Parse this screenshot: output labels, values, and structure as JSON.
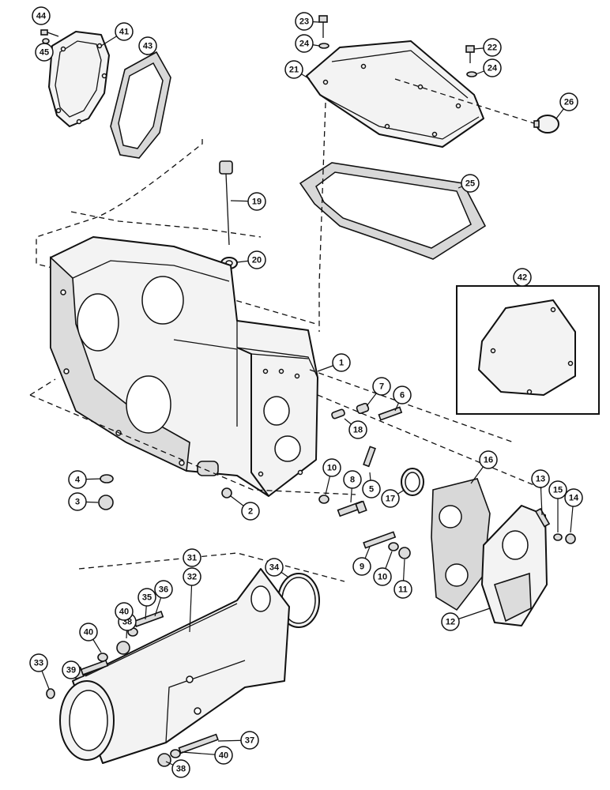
{
  "diagram": {
    "callouts": [
      {
        "id": "c44",
        "label": "44"
      },
      {
        "id": "c45",
        "label": "45"
      },
      {
        "id": "c41",
        "label": "41"
      },
      {
        "id": "c43",
        "label": "43"
      },
      {
        "id": "c23",
        "label": "23"
      },
      {
        "id": "c24a",
        "label": "24"
      },
      {
        "id": "c21",
        "label": "21"
      },
      {
        "id": "c22",
        "label": "22"
      },
      {
        "id": "c24b",
        "label": "24"
      },
      {
        "id": "c26",
        "label": "26"
      },
      {
        "id": "c25",
        "label": "25"
      },
      {
        "id": "c19",
        "label": "19"
      },
      {
        "id": "c20",
        "label": "20"
      },
      {
        "id": "c42",
        "label": "42"
      },
      {
        "id": "c1",
        "label": "1"
      },
      {
        "id": "c7",
        "label": "7"
      },
      {
        "id": "c6",
        "label": "6"
      },
      {
        "id": "c18",
        "label": "18"
      },
      {
        "id": "c16",
        "label": "16"
      },
      {
        "id": "c4",
        "label": "4"
      },
      {
        "id": "c3",
        "label": "3"
      },
      {
        "id": "c2",
        "label": "2"
      },
      {
        "id": "c10a",
        "label": "10"
      },
      {
        "id": "c8",
        "label": "8"
      },
      {
        "id": "c5",
        "label": "5"
      },
      {
        "id": "c17",
        "label": "17"
      },
      {
        "id": "c13",
        "label": "13"
      },
      {
        "id": "c15",
        "label": "15"
      },
      {
        "id": "c14",
        "label": "14"
      },
      {
        "id": "c9",
        "label": "9"
      },
      {
        "id": "c10b",
        "label": "10"
      },
      {
        "id": "c11",
        "label": "11"
      },
      {
        "id": "c12",
        "label": "12"
      },
      {
        "id": "c31",
        "label": "31"
      },
      {
        "id": "c32",
        "label": "32"
      },
      {
        "id": "c34",
        "label": "34"
      },
      {
        "id": "c36",
        "label": "36"
      },
      {
        "id": "c35",
        "label": "35"
      },
      {
        "id": "c38a",
        "label": "38"
      },
      {
        "id": "c40a",
        "label": "40"
      },
      {
        "id": "c39",
        "label": "39"
      },
      {
        "id": "c40b",
        "label": "40"
      },
      {
        "id": "c33",
        "label": "33"
      },
      {
        "id": "c37",
        "label": "37"
      },
      {
        "id": "c40c",
        "label": "40"
      },
      {
        "id": "c38b",
        "label": "38"
      }
    ]
  }
}
